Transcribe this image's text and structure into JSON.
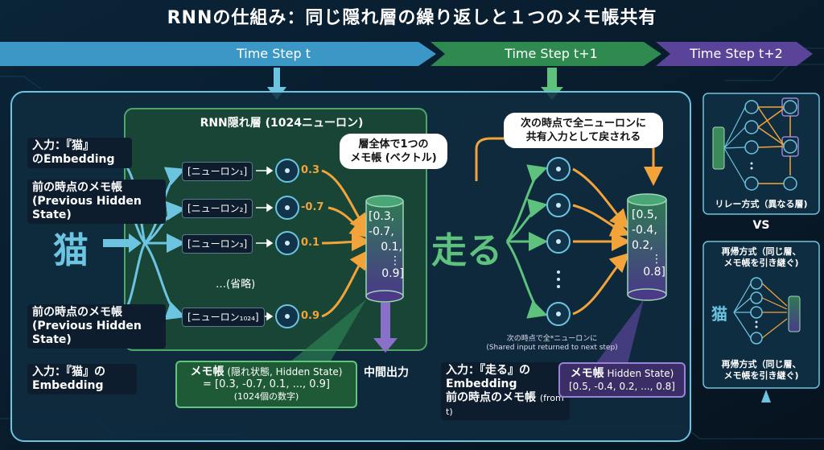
{
  "title": "RNNの仕組み：同じ隠れ層の繰り返しと１つのメモ帳共有",
  "timesteps": [
    "Time Step t",
    "Time Step t+1",
    "Time Step t+2"
  ],
  "hidden_layer_title": "RNN隠れ層 (1024ニューロン)",
  "input_top": {
    "line1": "入力：『猫』",
    "line2": "のEmbedding"
  },
  "prev_memo_top": {
    "line1": "前の時点のメモ帳",
    "line2": "(Previous Hidden State)"
  },
  "prev_memo_bottom": {
    "line1": "前の時点のメモ帳",
    "line2": "(Previous Hidden State)"
  },
  "input_bottom": {
    "line1": "入力：『猫』の",
    "line2": "Embedding"
  },
  "big_input": "猫",
  "neurons": [
    {
      "label": "[ニューロン₁]",
      "value": "0.3"
    },
    {
      "label": "[ニューロン₂]",
      "value": "-0.7"
    },
    {
      "label": "[ニューロン₃]",
      "value": "0.1"
    },
    {
      "label": "[ニューロン₁₀₂₄]",
      "value": "0.9"
    }
  ],
  "omitted": "…(省略)",
  "bubble_memo": {
    "line1": "層全体で1つの",
    "line2": "メモ帳 (ベクトル)"
  },
  "cyl1": [
    "[0.3,",
    "-0.7,",
    "0.1,",
    "⋮",
    "0.9]"
  ],
  "memo_box1": {
    "line1": "メモ帳",
    "line1_small": "(隠れ状態, Hidden State)",
    "line2": "= [0.3, -0.7, 0.1, ..., 0.9]",
    "line3": "(1024個の数字)"
  },
  "mid_output": "中間出力",
  "bubble_next": {
    "line1": "次の時点で全ニューロンに",
    "line2": "共有入力として戻される"
  },
  "big_input2": "走る",
  "cyl2": [
    "[0.5,",
    "-0.4,",
    "0.2,",
    "⋮",
    "0.8]"
  ],
  "small_note": {
    "line1": "次の時点で全*ニューロンに",
    "line2": "(Shared input returned to next step)"
  },
  "input_next": {
    "line1": "入力：『走る』の",
    "line2": "Embedding",
    "line3": "前の時点のメモ帳",
    "line3_small": "(from t)"
  },
  "memo_box2": {
    "line1": "メモ帳",
    "line1_small": "Hidden State)",
    "line2": "[0.5, -0.4, 0.2, ..., 0.8]"
  },
  "right_panel": {
    "relay_label": "リレー方式（異なる層)",
    "vs": "VS",
    "recur_label1": "再帰方式（同じ層、",
    "recur_label2": "メモ帳を引き継ぐ)",
    "mini_input": "猫",
    "recur_label3": "再帰方式（同じ層、",
    "recur_label4": "メモ帳を引き継ぐ)"
  },
  "colors": {
    "green": "#2f8a55",
    "purple": "#5a449a",
    "blue": "#3aa0c8",
    "orange": "#f2a33a",
    "bg": "#0b1a2b"
  }
}
